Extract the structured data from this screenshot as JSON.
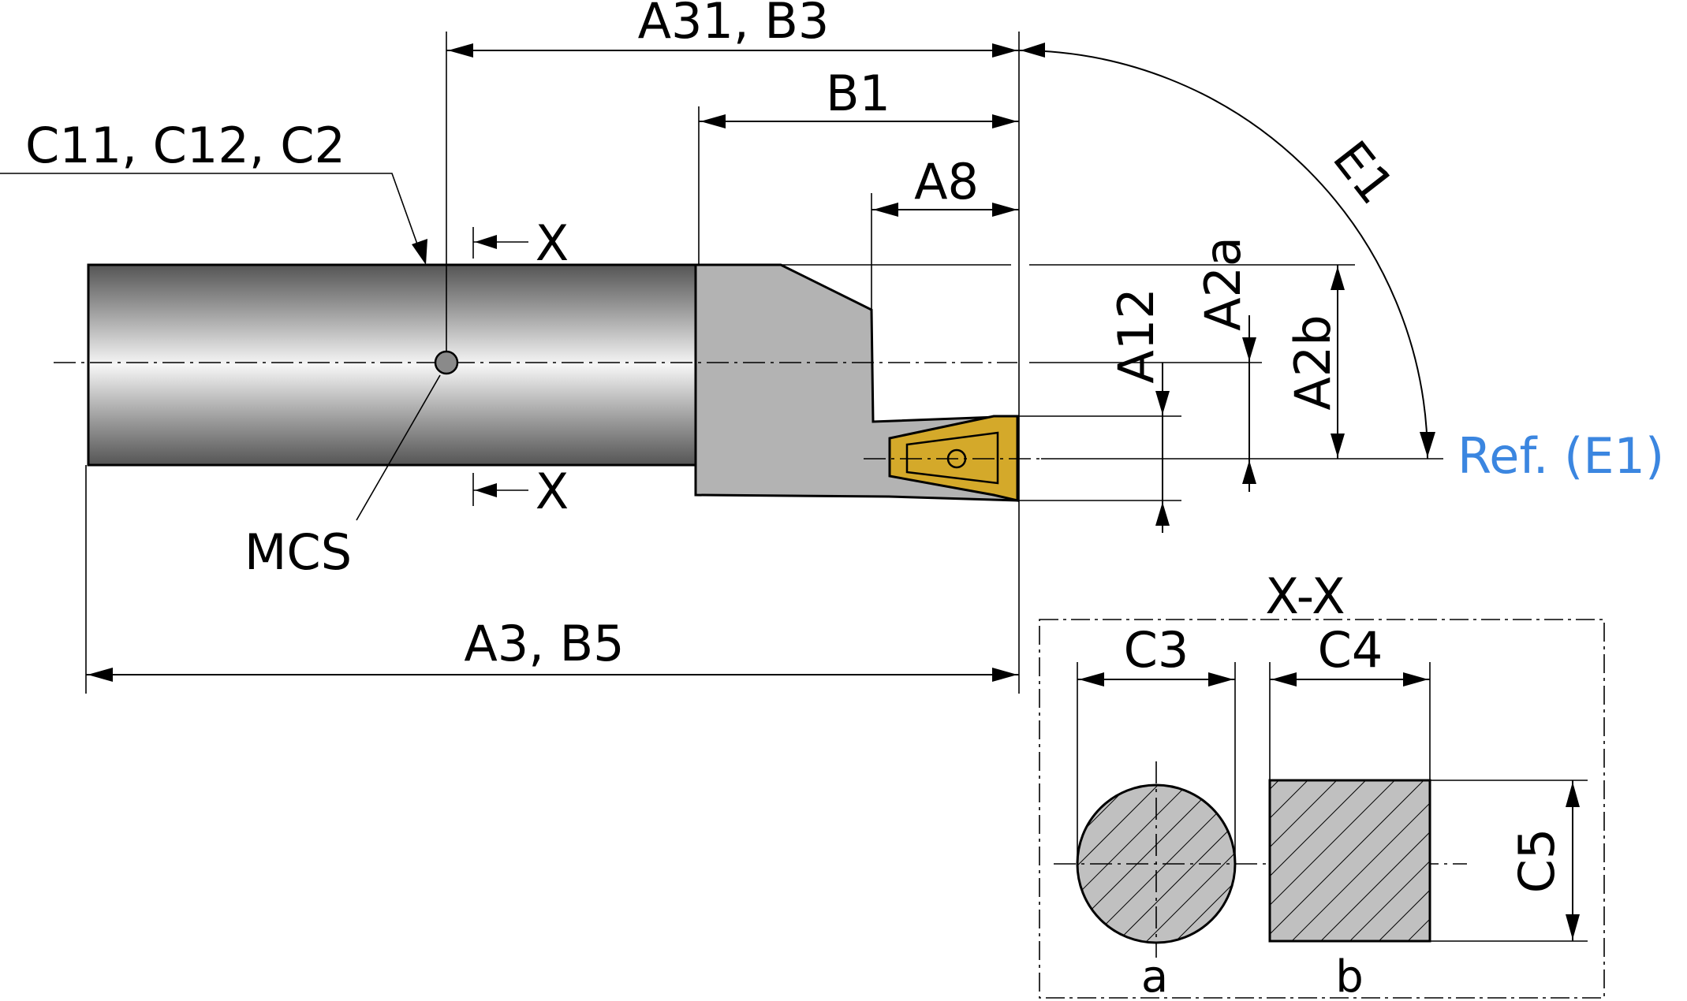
{
  "labels": {
    "a31_b3": "A31, B3",
    "b1": "B1",
    "a8": "A8",
    "c11_c12_c2": "C11, C12, C2",
    "x_top": "X",
    "x_bottom": "X",
    "mcs": "MCS",
    "a3_b5": "A3, B5",
    "e1": "E1",
    "a12": "A12",
    "a2a": "A2a",
    "a2b": "A2b",
    "ref_e1": "Ref. (E1)",
    "section_title": "X-X",
    "c3": "C3",
    "c4": "C4",
    "c5": "C5",
    "section_a": "a",
    "section_b": "b"
  },
  "colors": {
    "shank_dark": "#5a5a5a",
    "shank_light": "#f4f4f4",
    "head": "#b3b3b3",
    "insert": "#d4a92a",
    "hatch_fill": "#c0c0c0",
    "ref_text": "#3b86e0"
  }
}
